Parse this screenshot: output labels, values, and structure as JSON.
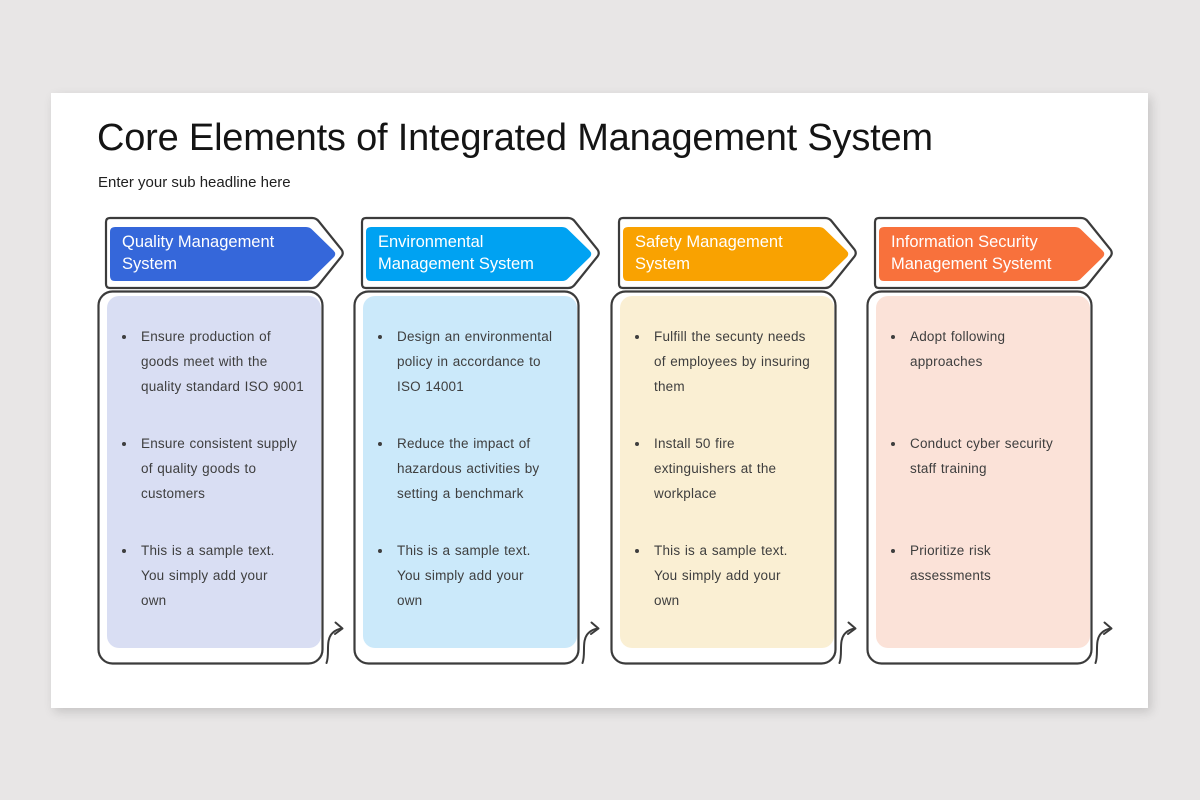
{
  "title": "Core Elements of Integrated Management System",
  "subtitle": "Enter your sub headline here",
  "outline_color": "#3b3b3b",
  "text_color": "#3e3e3e",
  "background_color": "#e8e6e6",
  "slide_color": "#ffffff",
  "columns": [
    {
      "id": "quality-management-system",
      "header": "Quality Management\nSystem",
      "header_color": "#3567da",
      "body_color": "#d9def3",
      "items": [
        "Ensure production of\ngoods meet with the\nquality standard ISO 9001",
        "Ensure consistent supply\nof quality goods to\ncustomers",
        "This is a sample text.\nYou simply add your\nown"
      ]
    },
    {
      "id": "environmental-management-system",
      "header": "Environmental\nManagement System",
      "header_color": "#00a2f2",
      "body_color": "#cbe9fa",
      "items": [
        "Design an environmental\npolicy in accordance to\nISO 14001",
        "Reduce the impact of\nhazardous activities by\nsetting a benchmark",
        "This is a sample text.\nYou simply add your\nown"
      ]
    },
    {
      "id": "safety-management-system",
      "header": "Safety Management\nSystem",
      "header_color": "#f9a201",
      "body_color": "#faefd3",
      "items": [
        "Fulfill the secunty needs\nof employees by insuring\nthem",
        "Install 50 fire\nextinguishers at the\nworkplace",
        "This is a sample text.\nYou simply add your\nown"
      ]
    },
    {
      "id": "information-security-management-system",
      "header": "Information Security\nManagement Systemt",
      "header_color": "#f8713c",
      "body_color": "#fbe2d8",
      "items": [
        "Adopt following\napproaches",
        "Conduct cyber security\nstaff training",
        "Prioritize risk\nassessments"
      ]
    }
  ]
}
